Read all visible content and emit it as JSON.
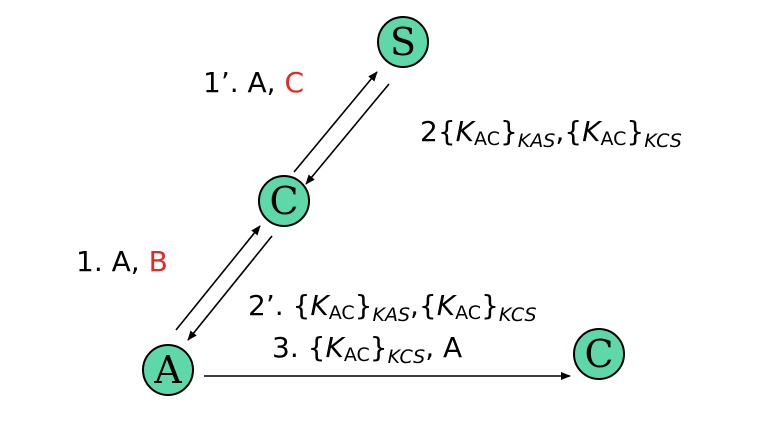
{
  "nodes": {
    "s": "S",
    "c_mid": "C",
    "a": "A",
    "c_right": "C"
  },
  "labels": {
    "msg1_prime": {
      "prefix": "1’. A, ",
      "highlight": "C"
    },
    "msg1": {
      "prefix": "1. A, ",
      "highlight": "B"
    },
    "msg2": {
      "num": "2",
      "lb1": "{",
      "k1": "K",
      "s1": "AC",
      "rb1": "}",
      "ss1": "KAS",
      "sep": ",",
      "lb2": "{",
      "k2": "K",
      "s2": "AC",
      "rb2": "}",
      "ss2": "KCS"
    },
    "msg2_prime": {
      "num": "2’. ",
      "lb1": "{",
      "k1": "K",
      "s1": "AC",
      "rb1": "}",
      "ss1": "KAS",
      "sep": ",",
      "lb2": "{",
      "k2": "K",
      "s2": "AC",
      "rb2": "}",
      "ss2": "KCS"
    },
    "msg3": {
      "num": "3. ",
      "lb1": "{",
      "k1": "K",
      "s1": "AC",
      "rb1": "}",
      "ss1": "KCS",
      "sep": ",",
      "tail": " A"
    }
  },
  "colors": {
    "node_fill": "#5fd8a9",
    "highlight": "#e8281e"
  }
}
